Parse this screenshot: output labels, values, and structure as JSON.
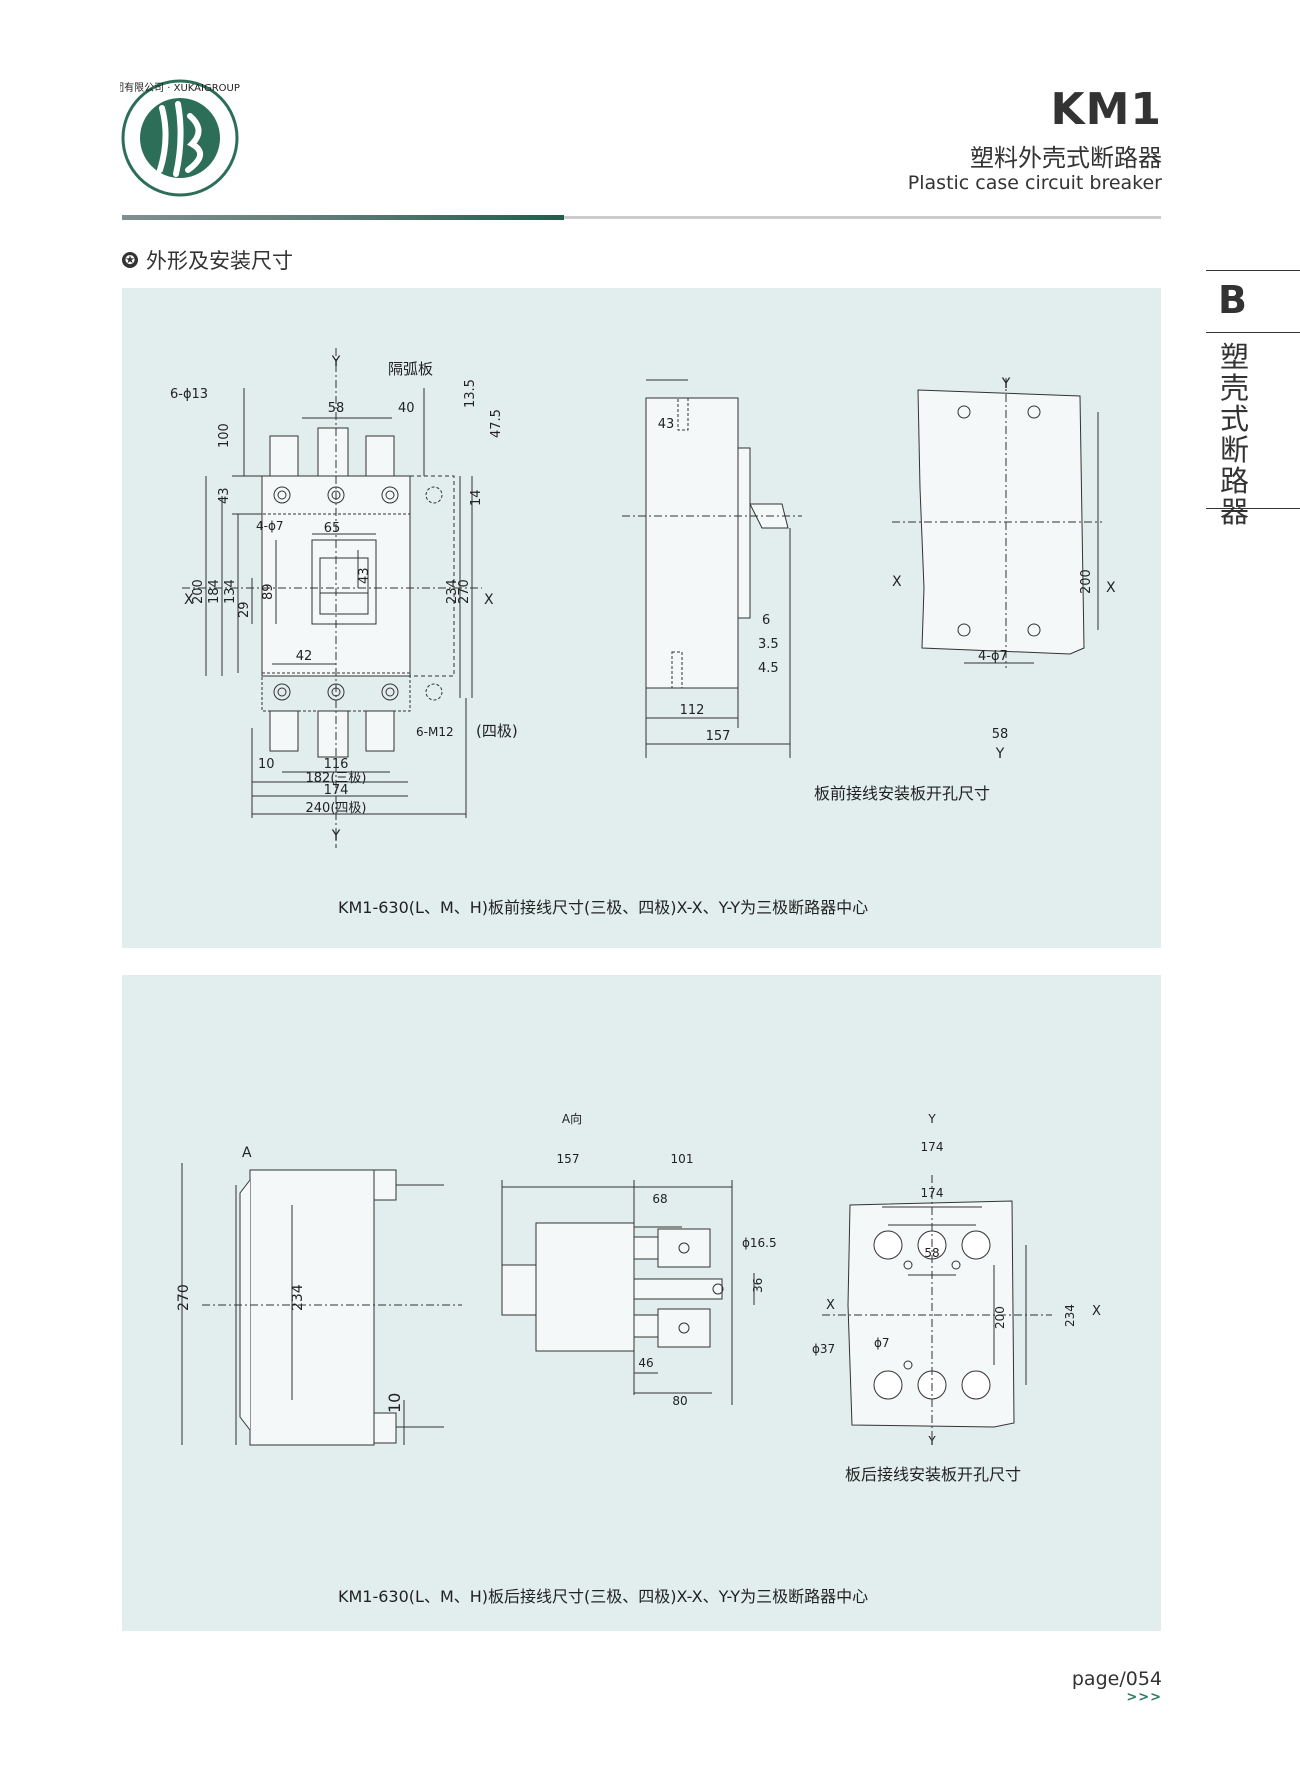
{
  "header": {
    "logo_ring_text": "许开集团有限公司 · XUKAIGROUPCO·LTD",
    "model": "KM1",
    "title_cn": "塑料外壳式断路器",
    "title_en": "Plastic case circuit breaker"
  },
  "section": {
    "title": "外形及安装尺寸"
  },
  "side_tab": {
    "letter": "B",
    "text": "塑壳式断路器"
  },
  "panel1": {
    "caption": "KM1-630(L、M、H)板前接线尺寸(三极、四极)X-X、Y-Y为三极断路器中心",
    "front_labels": {
      "y_top": "Y",
      "arc_plate": "隔弧板",
      "holes": "6-ϕ13",
      "d58": "58",
      "d40": "40",
      "d13_5": "13.5",
      "d47_5": "47.5",
      "d100": "100",
      "d43a": "43",
      "d14": "14",
      "holes4": "4-ϕ7",
      "d65": "65",
      "x_left": "X",
      "d200": "200",
      "d184": "184",
      "d134": "134",
      "d29": "29",
      "d89": "89",
      "d43b": "43",
      "d234": "234",
      "d270": "270",
      "x_right": "X",
      "d42": "42",
      "m12": "6-M12",
      "four_pole": "(四极)",
      "d10": "10",
      "d116": "116",
      "d182": "182(三极)",
      "d174": "174",
      "d240": "240(四极)",
      "y_bottom": "Y"
    },
    "side_labels": {
      "d43": "43",
      "d6": "6",
      "d3_5": "3.5",
      "d4_5": "4.5",
      "d112": "112",
      "d157": "157"
    },
    "mount_labels": {
      "y_top": "Y",
      "x_left": "X",
      "d200": "200",
      "x_right": "X",
      "holes": "4-ϕ7",
      "d58": "58",
      "y_bottom": "Y"
    },
    "mount_caption": "板前接线安装板开孔尺寸"
  },
  "panel2": {
    "caption": "KM1-630(L、M、H)板后接线尺寸(三极、四极)X-X、Y-Y为三极断路器中心",
    "side_labels": {
      "a": "A",
      "d270": "270",
      "d234": "234",
      "d10": "10"
    },
    "top_labels": {
      "a_dir": "A向",
      "d157": "157",
      "d101": "101",
      "d68": "68",
      "d16_5": "ϕ16.5",
      "d36": "36",
      "d46": "46",
      "d80": "80"
    },
    "mount_labels": {
      "y_top": "Y",
      "d174a": "174",
      "d174b": "174",
      "d58": "58",
      "d200": "200",
      "d234": "234",
      "x_left": "X",
      "x_right": "X",
      "d37": "ϕ37",
      "d7": "ϕ7",
      "y_bottom": "Y"
    },
    "mount_caption": "板后接线安装板开孔尺寸"
  },
  "footer": {
    "page": "page/054",
    "arrows": ">>>"
  },
  "colors": {
    "panel_bg": "#e2eeee",
    "logo_green": "#2c6e58",
    "accent": "#2c7a66"
  }
}
